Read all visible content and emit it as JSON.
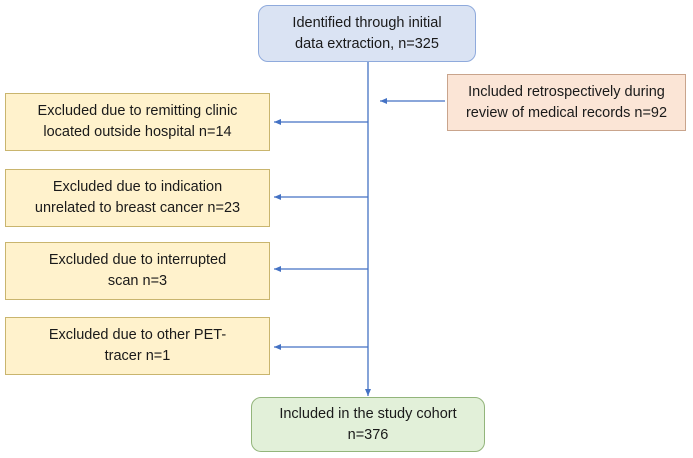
{
  "start": {
    "line1": "Identified through initial",
    "line2": "data extraction, n=325"
  },
  "included_retro": {
    "line1": "Included retrospectively during",
    "line2": "review of medical records n=92"
  },
  "exclusions": [
    {
      "line1": "Excluded due to remitting clinic",
      "line2": "located outside hospital n=14"
    },
    {
      "line1": "Excluded due to indication",
      "line2": "unrelated to breast cancer n=23"
    },
    {
      "line1": "Excluded due to interrupted",
      "line2": "scan n=3"
    },
    {
      "line1": "Excluded due to other PET-",
      "line2": "tracer n=1"
    }
  ],
  "end": {
    "line1": "Included in the study cohort",
    "line2": "n=376"
  },
  "colors": {
    "arrow": "#4472c4"
  }
}
